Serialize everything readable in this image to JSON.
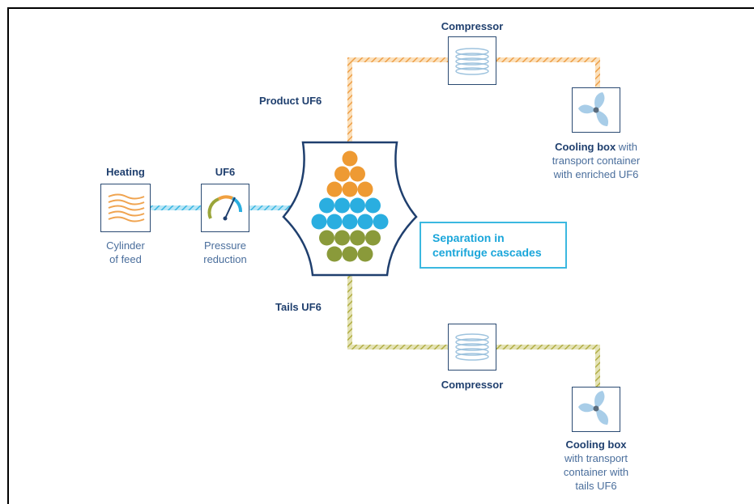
{
  "heating": {
    "title": "Heating",
    "caption_line1": "Cylinder",
    "caption_line2": "of feed"
  },
  "uf6": {
    "title": "UF6",
    "caption_line1": "Pressure",
    "caption_line2": "reduction"
  },
  "separation": {
    "line1": "Separation in",
    "line2": "centrifuge cascades"
  },
  "product": {
    "label": "Product UF6",
    "compressor_label": "Compressor"
  },
  "product_cooling": {
    "bold": "Cooling box",
    "rest1": " with",
    "line2": "transport container",
    "line3": "with enriched UF6"
  },
  "tails": {
    "label": "Tails UF6",
    "compressor_label": "Compressor"
  },
  "tails_cooling": {
    "bold": "Cooling box",
    "line2": "with transport",
    "line3": "container with",
    "line4": "tails UF6"
  },
  "colors": {
    "feed": "#6cc6ea",
    "product": "#f0a450",
    "tails": "#b5b24a",
    "cascade_orange": "#ee9a33",
    "cascade_blue": "#2aaee0",
    "cascade_green": "#8a9a3a",
    "dark_blue": "#1f3f6e"
  }
}
